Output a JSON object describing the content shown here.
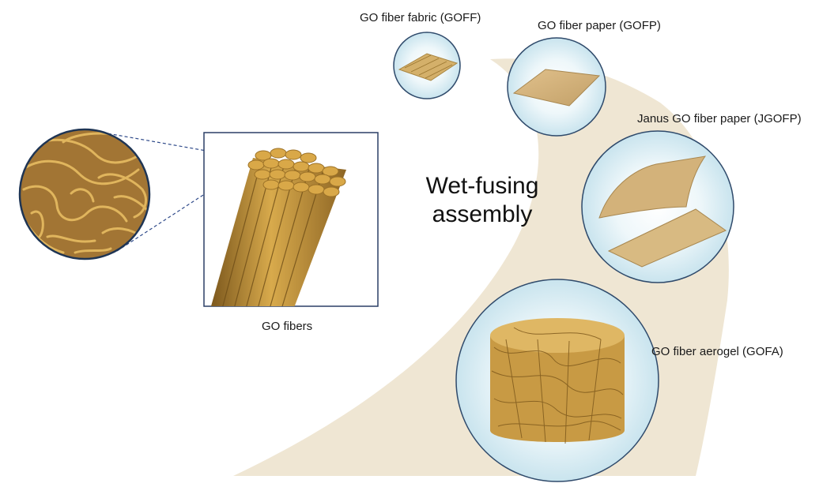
{
  "title": {
    "line1": "Wet-fusing",
    "line2": "assembly"
  },
  "labels": {
    "fibers": "GO fibers",
    "goff": "GO fiber fabric (GOFF)",
    "gofp": "GO fiber paper (GOFP)",
    "jgofp": "Janus GO fiber paper (JGOFP)",
    "gofa": "GO fiber aerogel (GOFA)"
  },
  "colors": {
    "path": "#efe6d3",
    "fiber": "#c79a3c",
    "fiber_dark": "#8a6322",
    "fiber_light": "#e2b861",
    "circle_edge": "#2f4a6b",
    "halo": "#d4ebf3"
  }
}
